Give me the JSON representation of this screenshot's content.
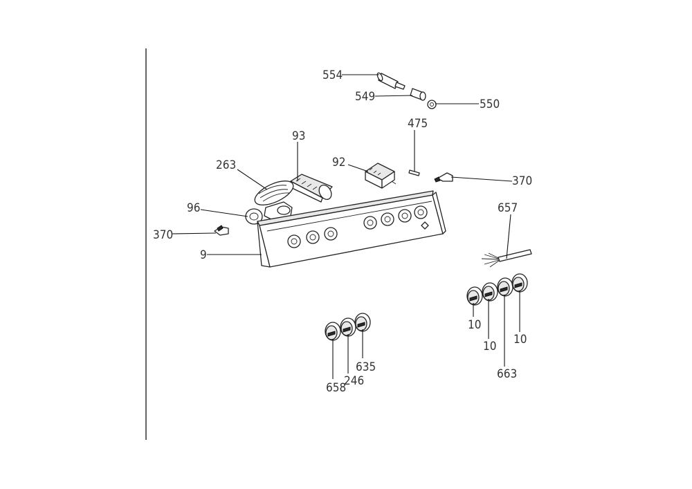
{
  "labels": {
    "p554": "554",
    "p549": "549",
    "p550": "550",
    "p475": "475",
    "p93": "93",
    "p92": "92",
    "p263": "263",
    "p370_right": "370",
    "p96": "96",
    "p370_left": "370",
    "p9": "9",
    "p657": "657",
    "p10_a": "10",
    "p10_b": "10",
    "p10_c": "10",
    "p663": "663",
    "p635": "635",
    "p246": "246",
    "p658": "658"
  }
}
